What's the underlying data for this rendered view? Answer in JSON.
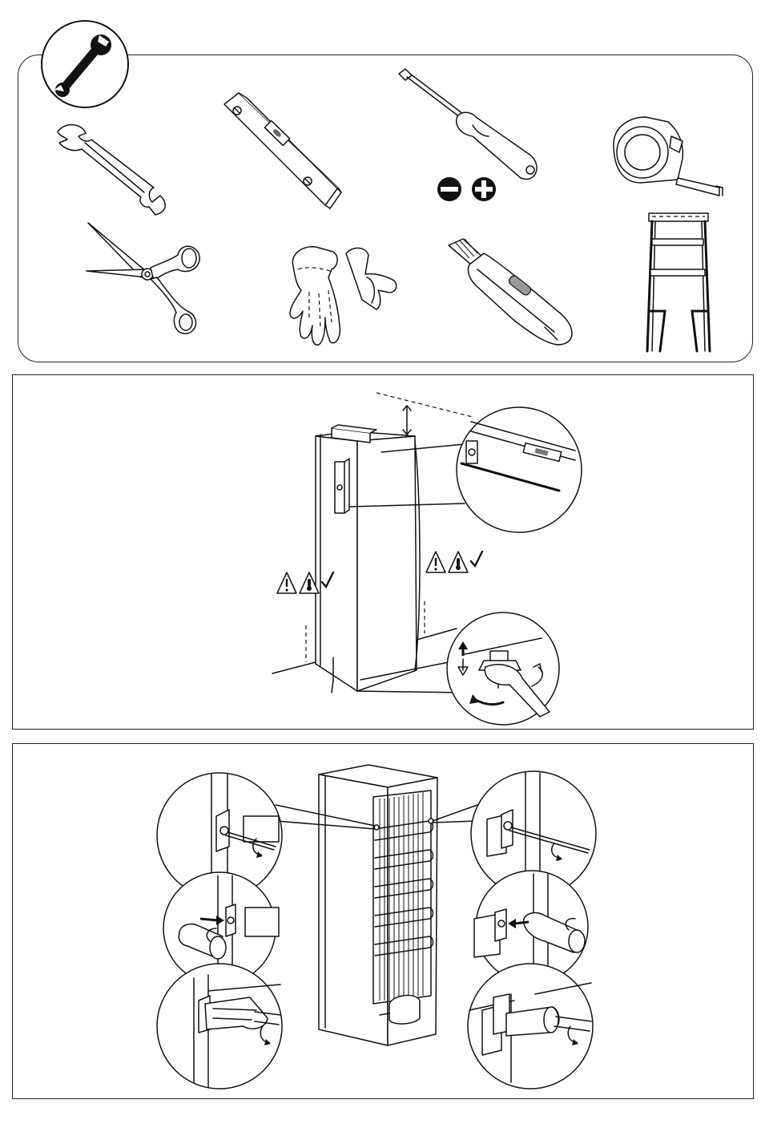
{
  "tools_section": {
    "badge_icon": "wrench-icon",
    "tools": [
      {
        "name": "open-end-spanner",
        "icon": "spanner-icon"
      },
      {
        "name": "spirit-level",
        "icon": "spirit-level-icon"
      },
      {
        "name": "screwdriver",
        "icon": "screwdriver-icon"
      },
      {
        "name": "tape-measure",
        "icon": "tape-measure-icon"
      },
      {
        "name": "scissors",
        "icon": "scissors-icon"
      },
      {
        "name": "work-gloves",
        "icon": "gloves-icon"
      },
      {
        "name": "utility-knife",
        "icon": "utility-knife-icon"
      },
      {
        "name": "step-ladder",
        "icon": "ladder-icon"
      }
    ],
    "screw_heads": [
      "slotted-screw-icon",
      "phillips-screw-icon"
    ]
  },
  "levelling_section": {
    "warning_icons": [
      "warning-triangle-icon",
      "thermometer-warning-icon",
      "checkmark-icon"
    ],
    "callouts": [
      "spirit-level-detail",
      "adjustable-foot-detail"
    ]
  },
  "back_section": {
    "callouts_left": [
      "remove-screw-detail",
      "insert-spacer-detail",
      "fix-spacer-detail"
    ],
    "callouts_right": [
      "remove-screw-detail",
      "insert-spacer-detail",
      "fix-spacer-detail"
    ]
  },
  "colors": {
    "line": "#111111",
    "background": "#ffffff",
    "border": "#222222"
  }
}
